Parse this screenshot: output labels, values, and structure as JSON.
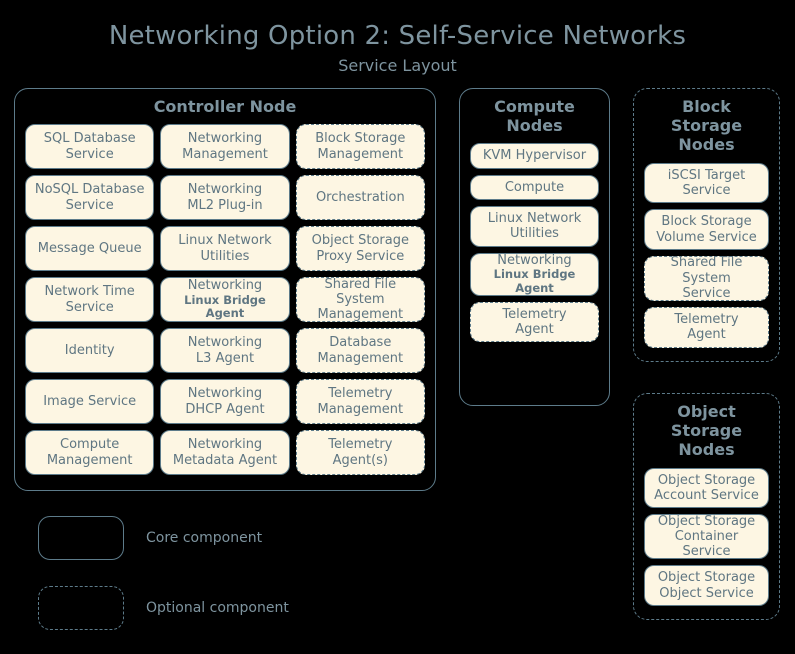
{
  "title": {
    "main": "Networking Option 2: Self-Service Networks",
    "sub": "Service Layout"
  },
  "colors": {
    "background": "#000000",
    "box_fill": "#fdf6e3",
    "border": "#5d7b8a",
    "text": "#5f7682",
    "heading": "#7e949f"
  },
  "groups": {
    "controller": {
      "title": "Controller Node",
      "style": "core",
      "rows": [
        [
          {
            "l1": "SQL Database",
            "l2": "Service",
            "style": "core"
          },
          {
            "l1": "Networking",
            "l2": "Management",
            "style": "core"
          },
          {
            "l1": "Block Storage",
            "l2": "Management",
            "style": "optional"
          }
        ],
        [
          {
            "l1": "NoSQL Database",
            "l2": "Service",
            "style": "core"
          },
          {
            "l1": "Networking",
            "l2": "ML2 Plug-in",
            "style": "core"
          },
          {
            "l1": "Orchestration",
            "l2": "",
            "style": "optional"
          }
        ],
        [
          {
            "l1": "Message Queue",
            "l2": "",
            "style": "core"
          },
          {
            "l1": "Linux Network",
            "l2": "Utilities",
            "style": "core"
          },
          {
            "l1": "Object Storage",
            "l2": "Proxy Service",
            "style": "optional"
          }
        ],
        [
          {
            "l1": "Network Time",
            "l2": "Service",
            "style": "core"
          },
          {
            "l1": "Networking",
            "l2": "Linux Bridge Agent",
            "style": "core",
            "l2_small": true
          },
          {
            "l1": "Shared File System",
            "l2": "Management",
            "style": "optional"
          }
        ],
        [
          {
            "l1": "Identity",
            "l2": "",
            "style": "core"
          },
          {
            "l1": "Networking",
            "l2": "L3 Agent",
            "style": "core"
          },
          {
            "l1": "Database",
            "l2": "Management",
            "style": "optional"
          }
        ],
        [
          {
            "l1": "Image Service",
            "l2": "",
            "style": "core"
          },
          {
            "l1": "Networking",
            "l2": "DHCP Agent",
            "style": "core"
          },
          {
            "l1": "Telemetry",
            "l2": "Management",
            "style": "optional"
          }
        ],
        [
          {
            "l1": "Compute",
            "l2": "Management",
            "style": "core"
          },
          {
            "l1": "Networking",
            "l2": "Metadata Agent",
            "style": "core"
          },
          {
            "l1": "Telemetry",
            "l2": "Agent(s)",
            "style": "optional"
          }
        ]
      ]
    },
    "compute": {
      "title": "Compute Nodes",
      "style": "core",
      "items": [
        {
          "l1": "KVM Hypervisor",
          "l2": "",
          "style": "core"
        },
        {
          "l1": "Compute",
          "l2": "",
          "style": "core"
        },
        {
          "l1": "Linux Network",
          "l2": "Utilities",
          "style": "core"
        },
        {
          "l1": "Networking",
          "l2": "Linux Bridge Agent",
          "style": "core",
          "l2_small": true
        },
        {
          "l1": "Telemetry",
          "l2": "Agent",
          "style": "optional"
        }
      ]
    },
    "block_storage": {
      "title": "Block Storage Nodes",
      "style": "optional",
      "items": [
        {
          "l1": "iSCSI Target",
          "l2": "Service",
          "style": "core"
        },
        {
          "l1": "Block Storage",
          "l2": "Volume Service",
          "style": "core"
        },
        {
          "l1": "Shared File System",
          "l2": "Service",
          "style": "optional"
        },
        {
          "l1": "Telemetry",
          "l2": "Agent",
          "style": "optional"
        }
      ]
    },
    "object_storage": {
      "title": "Object Storage Nodes",
      "style": "optional",
      "items": [
        {
          "l1": "Object Storage",
          "l2": "Account Service",
          "style": "core"
        },
        {
          "l1": "Object Storage",
          "l2": "Container Service",
          "style": "core"
        },
        {
          "l1": "Object Storage",
          "l2": "Object Service",
          "style": "core"
        }
      ]
    }
  },
  "legend": {
    "core_label": "Core component",
    "optional_label": "Optional component"
  }
}
